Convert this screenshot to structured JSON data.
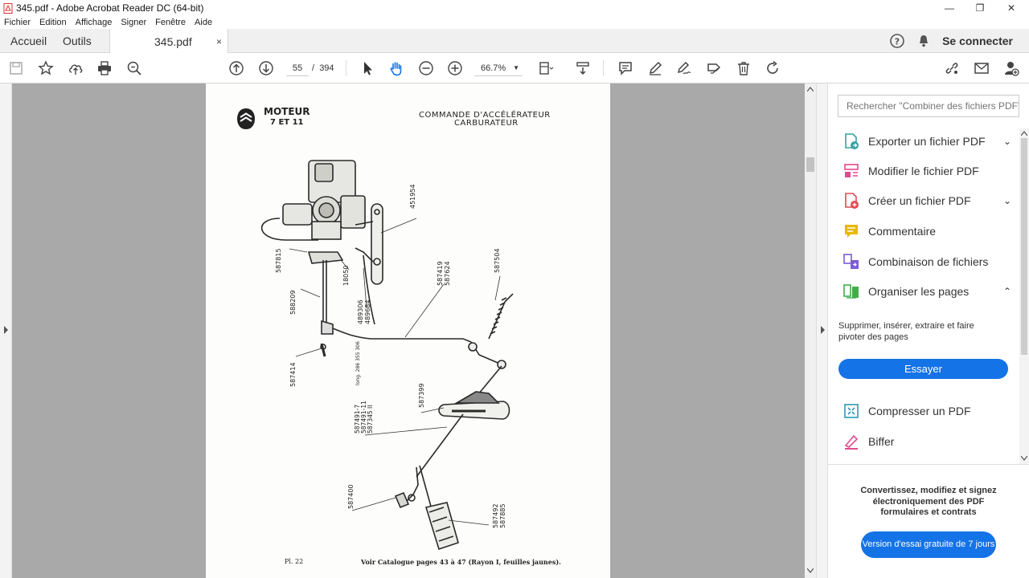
{
  "window": {
    "title": "345.pdf - Adobe Acrobat Reader DC (64-bit)"
  },
  "menu": [
    "Fichier",
    "Edition",
    "Affichage",
    "Signer",
    "Fenêtre",
    "Aide"
  ],
  "tabs": {
    "home": "Accueil",
    "tools": "Outils",
    "doc": "345.pdf",
    "close": "×"
  },
  "account": {
    "signin": "Se connecter"
  },
  "toolbar": {
    "page_current": "55",
    "page_sep": "/",
    "page_total": "394",
    "zoom": "66.7%"
  },
  "pdf": {
    "header_left_1": "MOTEUR",
    "header_left_2": "7 ET 11",
    "header_right_1": "COMMANDE  D'ACCÉLÉRATEUR",
    "header_right_2": "CARBURATEUR",
    "labels": {
      "l451954": "451954",
      "l587815": "587815",
      "l18050": "18050",
      "l489306": "489306",
      "l489684": "489684",
      "l587419": "587419",
      "l587624": "587624",
      "l587504": "587504",
      "l588209": "588209",
      "l587414": "587414",
      "l587399": "587399",
      "l587491a": "587491-7",
      "l587491b": "587491-11",
      "l587345": "587345  II",
      "l587400": "587400",
      "l587492": "587492",
      "l587885": "587885",
      "llong": "long. 286  355  306"
    },
    "footer_left": "Pl.  22",
    "footer_right": "Voir Catalogue pages 43 à 47 (Rayon I, feuilles jaunes)."
  },
  "right_pane": {
    "search_placeholder": "Rechercher \"Combiner des fichiers PDF\"",
    "tools": [
      {
        "label": "Exporter un fichier PDF",
        "chevron": "⌄",
        "icon": "export-pdf-icon",
        "color": "#3aa1a1"
      },
      {
        "label": "Modifier le fichier PDF",
        "chevron": "",
        "icon": "edit-pdf-icon",
        "color": "#e24a8d"
      },
      {
        "label": "Créer un fichier PDF",
        "chevron": "⌄",
        "icon": "create-pdf-icon",
        "color": "#e34850"
      },
      {
        "label": "Commentaire",
        "chevron": "",
        "icon": "comment-icon",
        "color": "#e8b900"
      },
      {
        "label": "Combinaison de fichiers",
        "chevron": "",
        "icon": "combine-files-icon",
        "color": "#7b5cd6"
      },
      {
        "label": "Organiser les pages",
        "chevron": "⌃",
        "icon": "organize-pages-icon",
        "color": "#3fae4a"
      }
    ],
    "organize_desc": "Supprimer, insérer, extraire et faire pivoter des pages",
    "try_button": "Essayer",
    "tools2": [
      {
        "label": "Compresser un PDF",
        "icon": "compress-pdf-icon",
        "color": "#2c9ab0"
      },
      {
        "label": "Biffer",
        "icon": "redact-icon",
        "color": "#e24a8d"
      }
    ],
    "promo": "Convertissez, modifiez et signez électroniquement des PDF formulaires et contrats",
    "trial_button": "Version d'essai gratuite de 7 jours"
  }
}
